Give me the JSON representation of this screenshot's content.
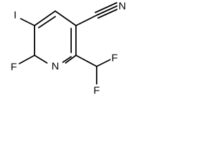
{
  "molecule": {
    "atoms": {
      "nitrile_n": "N",
      "iodine": "I",
      "ring_fluorine": "F",
      "ring_nitrogen": "N",
      "cf2h_fluorine_right": "F",
      "cf2h_fluorine_bottom": "F"
    }
  }
}
